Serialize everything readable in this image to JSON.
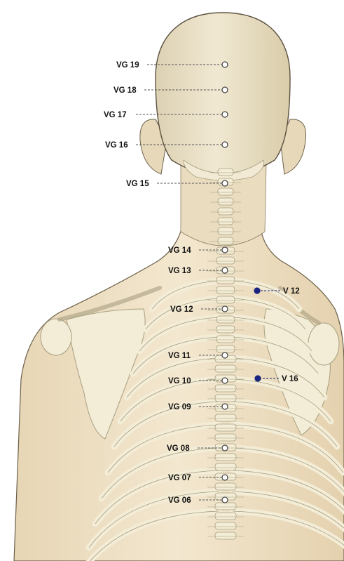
{
  "points": [
    {
      "label": "VG 19",
      "type": "governing-vessel"
    },
    {
      "label": "VG 18",
      "type": "governing-vessel"
    },
    {
      "label": "VG 17",
      "type": "governing-vessel"
    },
    {
      "label": "VG 16",
      "type": "governing-vessel"
    },
    {
      "label": "VG 15",
      "type": "governing-vessel"
    },
    {
      "label": "VG 14",
      "type": "governing-vessel"
    },
    {
      "label": "VG 13",
      "type": "governing-vessel"
    },
    {
      "label": "VG 12",
      "type": "governing-vessel"
    },
    {
      "label": "VG 11",
      "type": "governing-vessel"
    },
    {
      "label": "VG 10",
      "type": "governing-vessel"
    },
    {
      "label": "VG 09",
      "type": "governing-vessel"
    },
    {
      "label": "VG 08",
      "type": "governing-vessel"
    },
    {
      "label": "VG 07",
      "type": "governing-vessel"
    },
    {
      "label": "VG 06",
      "type": "governing-vessel"
    },
    {
      "label": "V 12",
      "type": "bladder"
    },
    {
      "label": "V 16",
      "type": "bladder"
    }
  ],
  "colors": {
    "skin": "#efe2c8",
    "skin_shadow": "#d9c6a2",
    "bone": "#f3ecd6",
    "bone_edge": "#a89f80",
    "outline": "#6b5f49",
    "gv_marker_fill": "#ffffff",
    "gv_marker_stroke": "#444444",
    "bladder_marker": "#1a237e",
    "bladder_leader": "#1a237e"
  }
}
